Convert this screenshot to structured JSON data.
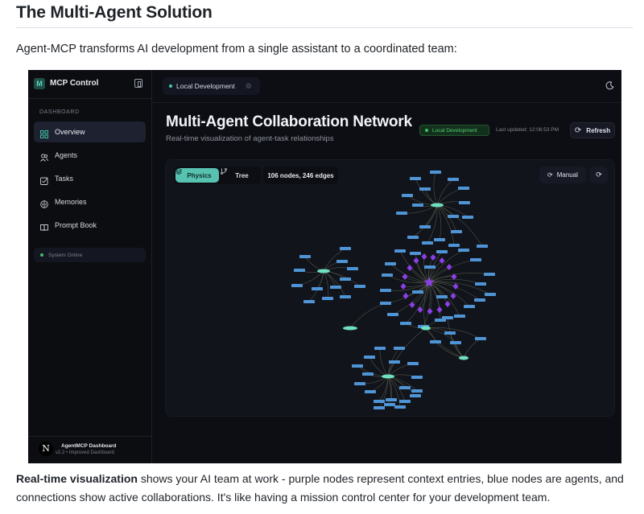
{
  "doc": {
    "heading": "The Multi-Agent Solution",
    "intro": "Agent-MCP transforms AI development from a single assistant to a coordinated team:",
    "caption_bold": "Real-time visualization",
    "caption_rest": " shows your AI team at work - purple nodes represent context entries, blue nodes are agents, and connections show active collaborations. It's like having a mission control center for your development team."
  },
  "app": {
    "sidebar": {
      "logo_letter": "M",
      "brand": "MCP Control",
      "section": "DASHBOARD",
      "items": [
        {
          "label": "Overview",
          "icon": "grid-icon",
          "active": true
        },
        {
          "label": "Agents",
          "icon": "users-icon",
          "active": false
        },
        {
          "label": "Tasks",
          "icon": "checkbox-icon",
          "active": false
        },
        {
          "label": "Memories",
          "icon": "brain-icon",
          "active": false
        },
        {
          "label": "Prompt Book",
          "icon": "book-icon",
          "active": false
        }
      ],
      "status": "System Online",
      "footer": {
        "avatar_letter": "N",
        "title": "AgentMCP Dashboard",
        "subtitle": "v2.2 • Improved Dashboard"
      }
    },
    "topbar": {
      "environment": "Local Development"
    },
    "header": {
      "title": "Multi-Agent Collaboration Network",
      "subtitle": "Real-time visualization of agent-task relationships",
      "env_badge": "Local Development",
      "last_updated": "Last updated: 12:06:53 PM",
      "refresh_label": "Refresh"
    },
    "graph": {
      "modes": [
        {
          "label": "Physics",
          "active": true
        },
        {
          "label": "Tree",
          "active": false
        }
      ],
      "counts": "106 nodes, 246 edges",
      "manual_label": "Manual",
      "colors": {
        "agent_node": "#4f95d6",
        "hub_node": "#6fe0c0",
        "context_node": "#8b3fe6",
        "edge": "#5a6248",
        "accent": "#58c2b0"
      }
    }
  }
}
